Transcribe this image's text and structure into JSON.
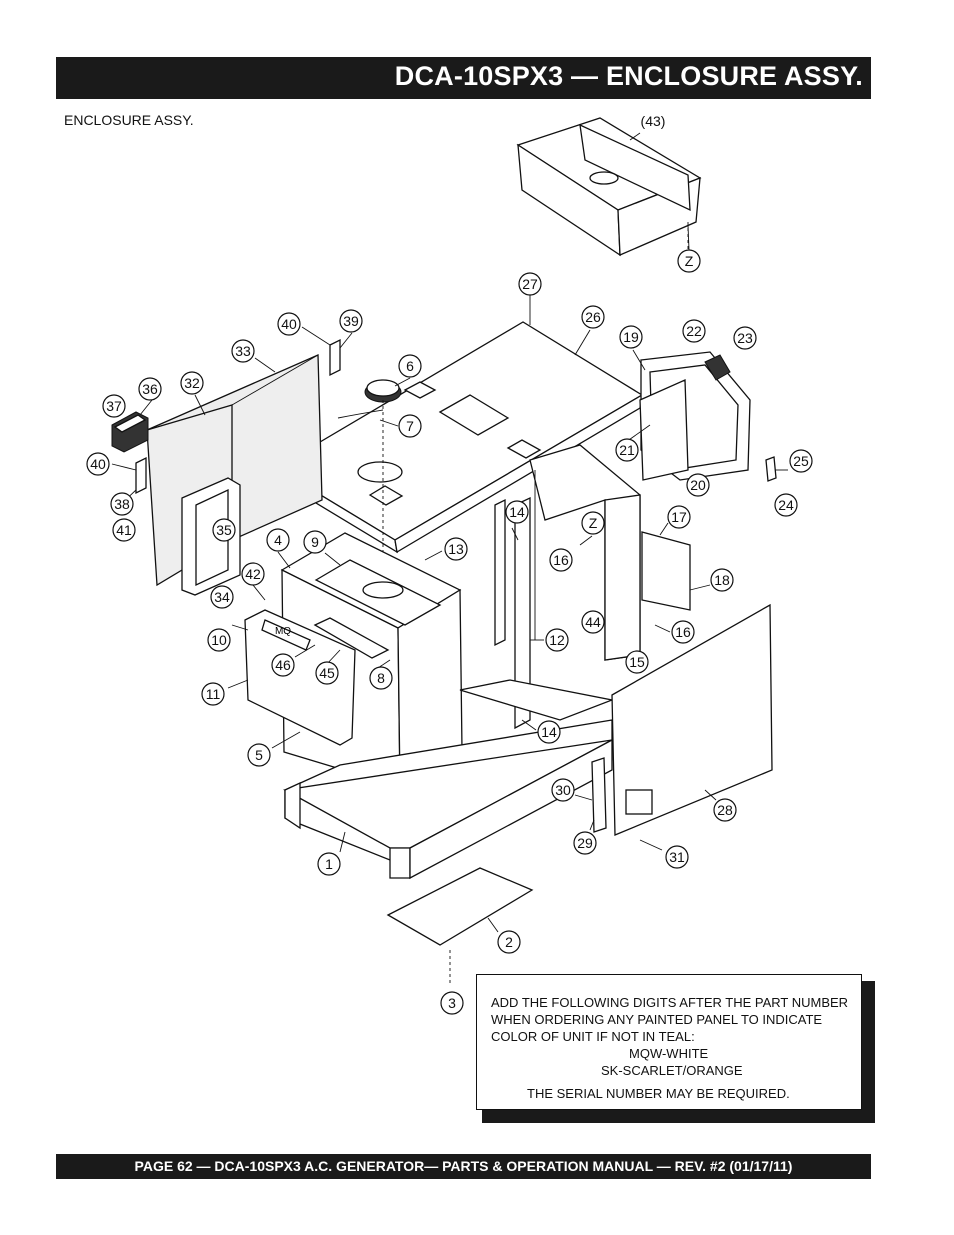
{
  "header": {
    "title": "DCA-10SPX3  — ENCLOSURE ASSY."
  },
  "section_label": "ENCLOSURE ASSY.",
  "callouts": [
    {
      "id": "c43",
      "label": "(43)"
    },
    {
      "id": "cz1",
      "label": "Z"
    },
    {
      "id": "c27",
      "label": "27"
    },
    {
      "id": "c26",
      "label": "26"
    },
    {
      "id": "c19",
      "label": "19"
    },
    {
      "id": "c22",
      "label": "22"
    },
    {
      "id": "c23",
      "label": "23"
    },
    {
      "id": "c40a",
      "label": "40"
    },
    {
      "id": "c39",
      "label": "39"
    },
    {
      "id": "c33",
      "label": "33"
    },
    {
      "id": "c6",
      "label": "6"
    },
    {
      "id": "c36",
      "label": "36"
    },
    {
      "id": "c32",
      "label": "32"
    },
    {
      "id": "c37",
      "label": "37"
    },
    {
      "id": "c7",
      "label": "7"
    },
    {
      "id": "c21",
      "label": "21"
    },
    {
      "id": "c25",
      "label": "25"
    },
    {
      "id": "c40b",
      "label": "40"
    },
    {
      "id": "c20",
      "label": "20"
    },
    {
      "id": "c38",
      "label": "38"
    },
    {
      "id": "c24",
      "label": "24"
    },
    {
      "id": "c14a",
      "label": "14"
    },
    {
      "id": "cz2",
      "label": "Z"
    },
    {
      "id": "c17",
      "label": "17"
    },
    {
      "id": "c41",
      "label": "41"
    },
    {
      "id": "c35",
      "label": "35"
    },
    {
      "id": "c4",
      "label": "4"
    },
    {
      "id": "c9",
      "label": "9"
    },
    {
      "id": "c13",
      "label": "13"
    },
    {
      "id": "c16a",
      "label": "16"
    },
    {
      "id": "c42",
      "label": "42"
    },
    {
      "id": "c18",
      "label": "18"
    },
    {
      "id": "c34",
      "label": "34"
    },
    {
      "id": "c44",
      "label": "44"
    },
    {
      "id": "c16b",
      "label": "16"
    },
    {
      "id": "c10",
      "label": "10"
    },
    {
      "id": "c12",
      "label": "12"
    },
    {
      "id": "c15",
      "label": "15"
    },
    {
      "id": "c46",
      "label": "46"
    },
    {
      "id": "c45",
      "label": "45"
    },
    {
      "id": "c8",
      "label": "8"
    },
    {
      "id": "c11",
      "label": "11"
    },
    {
      "id": "c14b",
      "label": "14"
    },
    {
      "id": "c5",
      "label": "5"
    },
    {
      "id": "c30",
      "label": "30"
    },
    {
      "id": "c28",
      "label": "28"
    },
    {
      "id": "c29",
      "label": "29"
    },
    {
      "id": "c31",
      "label": "31"
    },
    {
      "id": "c1",
      "label": "1"
    },
    {
      "id": "c2",
      "label": "2"
    },
    {
      "id": "c3",
      "label": "3"
    }
  ],
  "panel_marking": "MQ",
  "note": {
    "line1": "ADD THE FOLLOWING DIGITS AFTER THE PART NUMBER",
    "line2": " WHEN ORDERING ANY PAINTED PANEL TO INDICATE",
    "line3": "COLOR OF UNIT IF NOT IN TEAL:",
    "line4": "MQW-WHITE",
    "line5": "SK-SCARLET/ORANGE",
    "line6": "THE SERIAL NUMBER MAY BE REQUIRED."
  },
  "footer": {
    "text": "PAGE 62 — DCA-10SPX3   A.C. GENERATOR— PARTS & OPERATION MANUAL — REV. #2  (01/17/11)"
  }
}
